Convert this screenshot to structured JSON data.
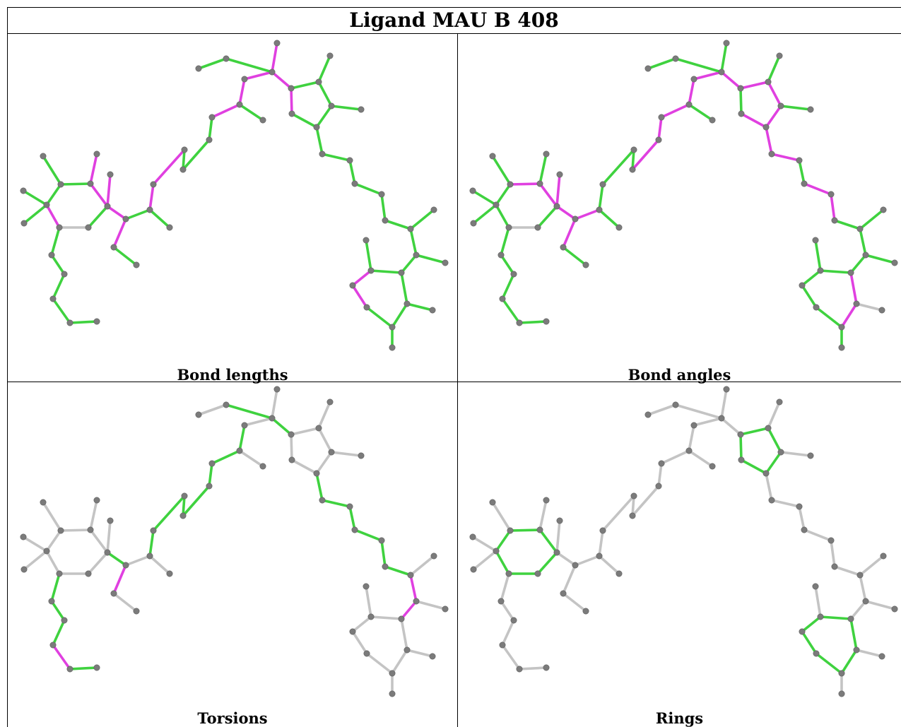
{
  "title": "Ligand MAU B 408",
  "colors": {
    "good": "#3fd23f",
    "bad": "#e040e0",
    "neutral": "#c4c4c4",
    "atom": "#7b7b7b",
    "line": "#000000"
  },
  "panels": [
    {
      "id": "bond-lengths",
      "caption": "Bond lengths"
    },
    {
      "id": "bond-angles",
      "caption": "Bond angles"
    },
    {
      "id": "torsions",
      "caption": "Torsions"
    },
    {
      "id": "rings",
      "caption": "Rings"
    }
  ]
}
